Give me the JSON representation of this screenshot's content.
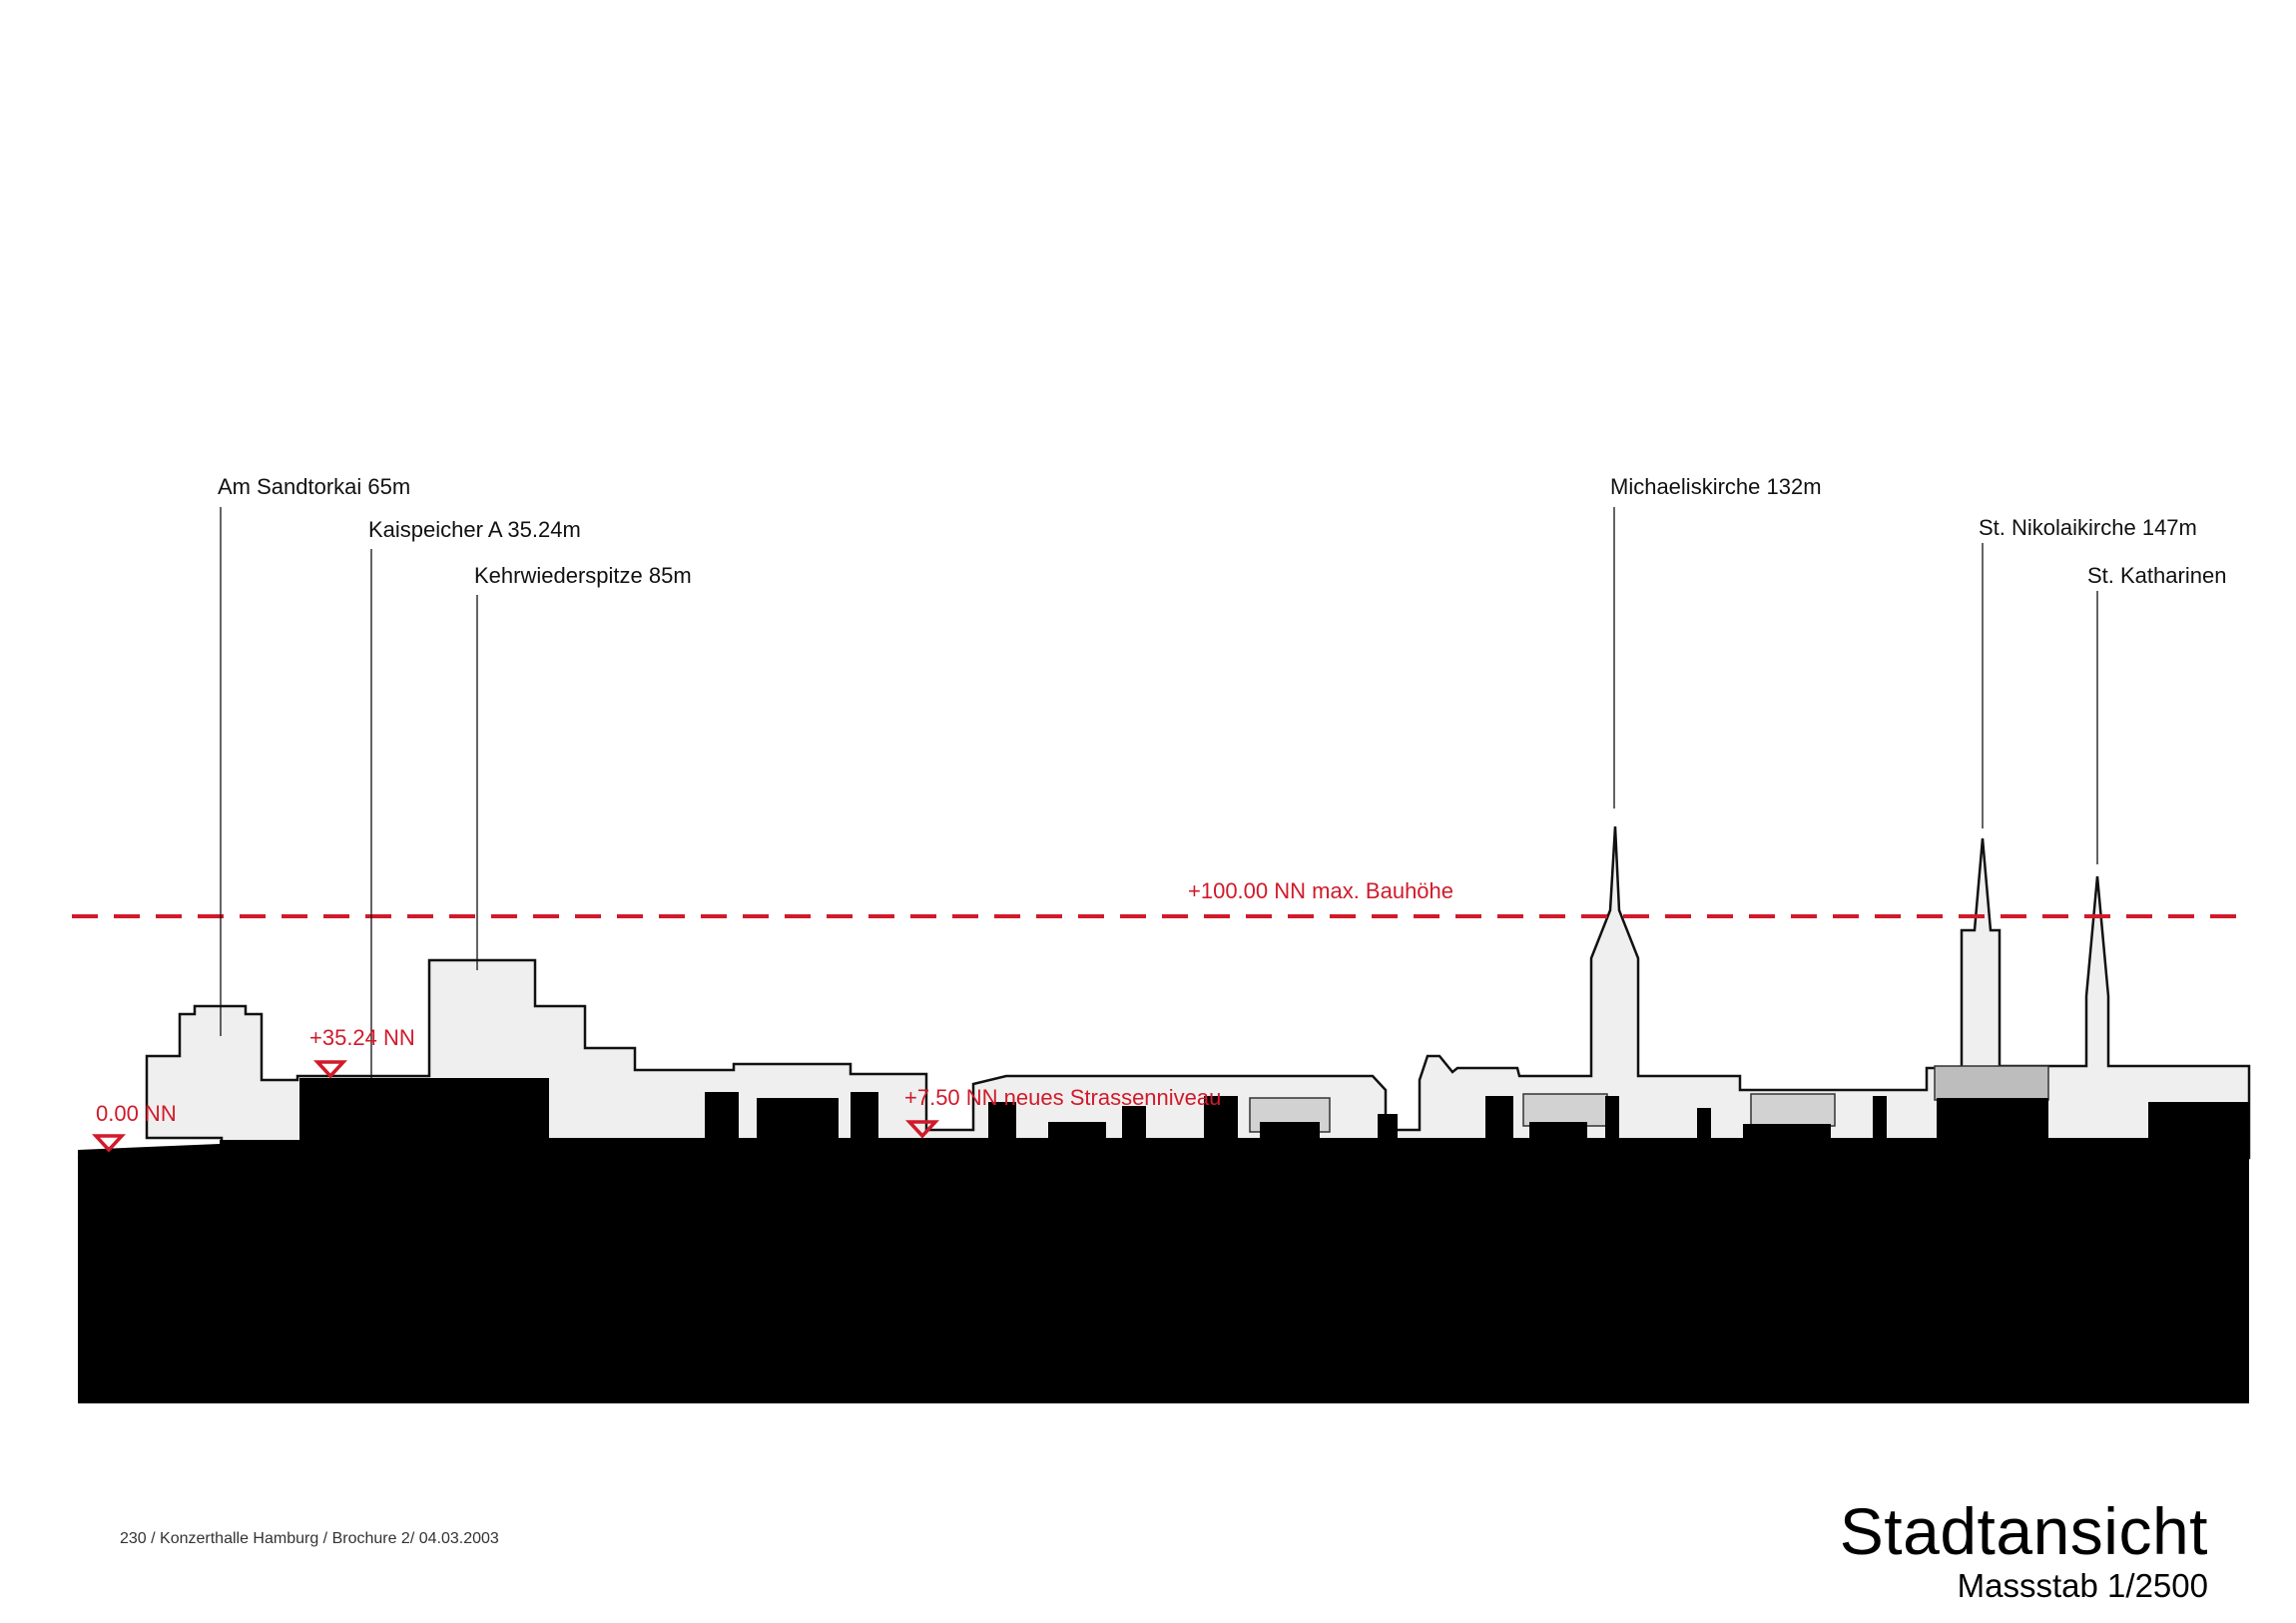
{
  "drawing": {
    "title": "Stadtansicht",
    "scale": "Massstab 1/2500",
    "footer": "230 / Konzerthalle Hamburg / Brochure 2/ 04.03.2003"
  },
  "landmarks": [
    {
      "id": "am-sandtorkai",
      "label": "Am Sandtorkai 65m"
    },
    {
      "id": "kaispeicher",
      "label": "Kaispeicher A 35.24m"
    },
    {
      "id": "kehrwiederspitze",
      "label": "Kehrwiederspitze 85m"
    },
    {
      "id": "michaeliskirche",
      "label": "Michaeliskirche 132m"
    },
    {
      "id": "st-nikolaikirche",
      "label": "St. Nikolaikirche 147m"
    },
    {
      "id": "st-katharinen",
      "label": "St. Katharinen"
    }
  ],
  "levels": {
    "max_height": "+100.00 NN  max. Bauhöhe",
    "kaispeicher_roof": "+35.24 NN",
    "water_level": "0.00 NN",
    "street_level": "+7.50 NN  neues Strassenniveau"
  },
  "colors": {
    "ground": "#000000",
    "building_fill": "#efefef",
    "building_dark": "#bdbdbd",
    "annotation_red": "#d11a2a",
    "line": "#111111"
  }
}
